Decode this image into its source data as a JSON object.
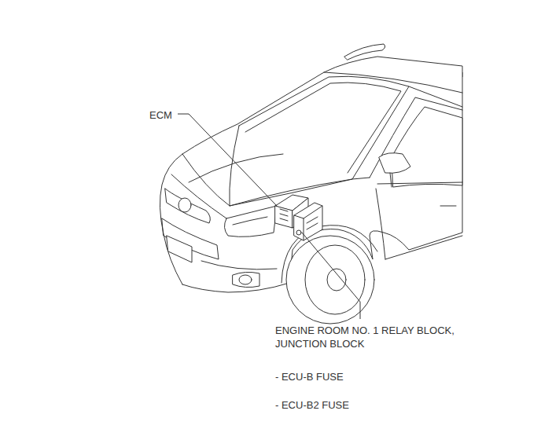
{
  "diagram": {
    "labels": [
      "ECM",
      "ENGINE ROOM NO. 1 RELAY BLOCK, JUNCTION BLOCK",
      "- ECU-B FUSE",
      "- ECU-B2 FUSE"
    ]
  }
}
